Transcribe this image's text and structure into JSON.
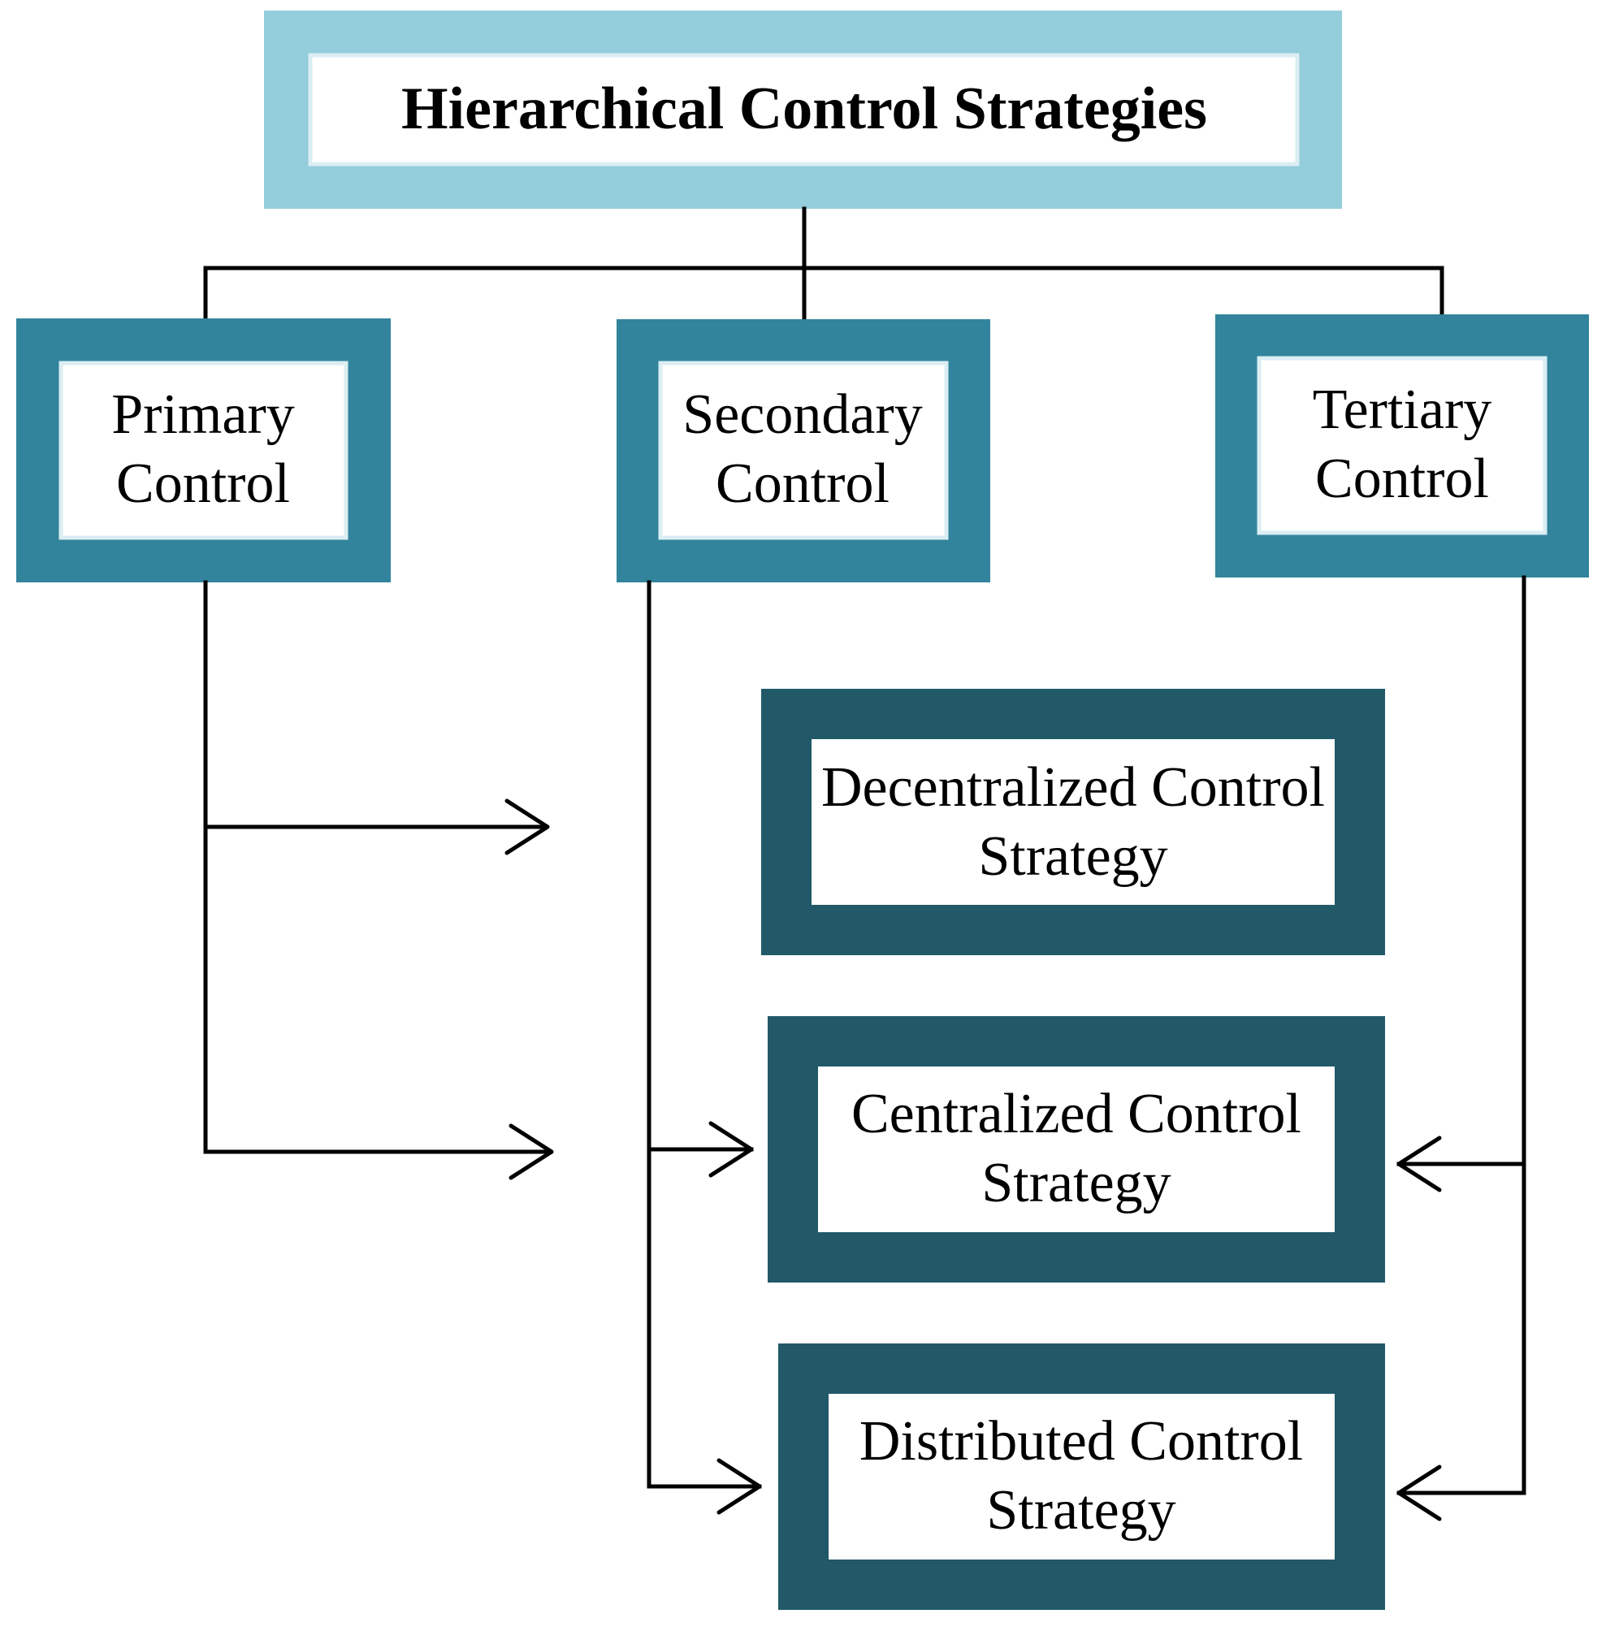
{
  "title": "Hierarchical Control Strategies",
  "levels": [
    {
      "id": "primary",
      "line1": "Primary",
      "line2": "Control"
    },
    {
      "id": "secondary",
      "line1": "Secondary",
      "line2": "Control"
    },
    {
      "id": "tertiary",
      "line1": "Tertiary",
      "line2": "Control"
    }
  ],
  "strategies": [
    {
      "id": "decentralized",
      "line1": "Decentralized Control",
      "line2": "Strategy"
    },
    {
      "id": "centralized",
      "line1": "Centralized Control",
      "line2": "Strategy"
    },
    {
      "id": "distributed",
      "line1": "Distributed Control",
      "line2": "Strategy"
    }
  ],
  "colors": {
    "title_frame": "#94CDDB",
    "level_frame": "#31849B",
    "strategy_frame": "#215968",
    "inner_border": "#DAEEF3",
    "connector": "#000000"
  }
}
